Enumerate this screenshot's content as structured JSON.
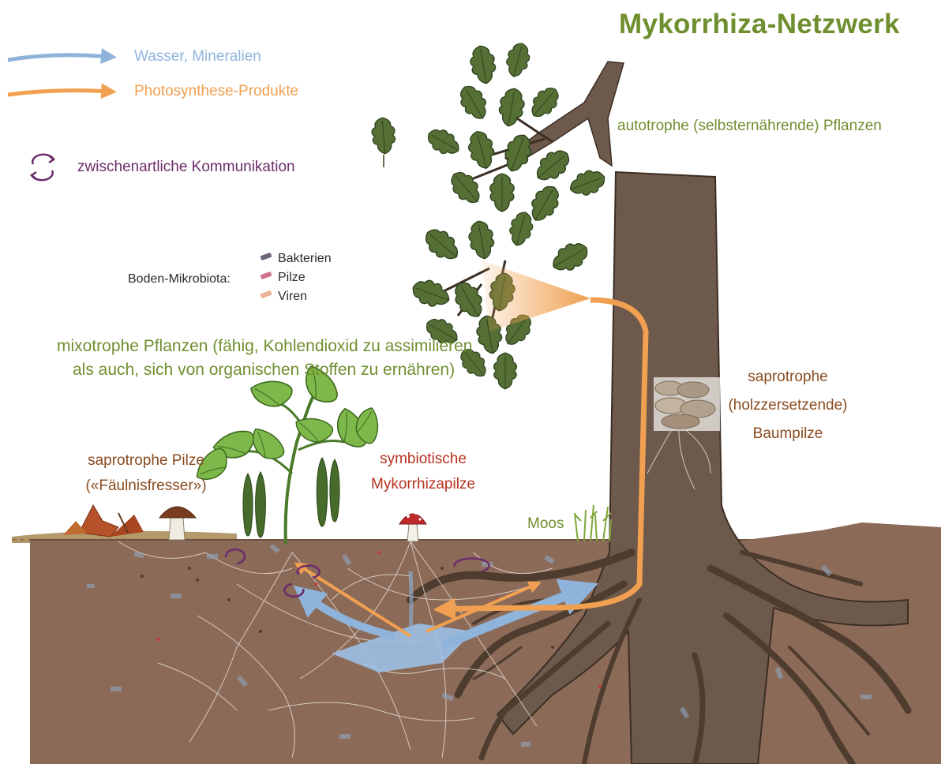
{
  "title": "Mykorrhiza-Netzwerk",
  "legend": {
    "water": "Wasser, Mineralien",
    "photosynthesis": "Photosynthese-Produkte",
    "communication": "zwischenartliche Kommunikation"
  },
  "microbiota": {
    "label": "Boden-Mikrobiota:",
    "items": [
      "Bakterien",
      "Pilze",
      "Viren"
    ]
  },
  "labels": {
    "autotrophe": "autotrophe (selbsternährende) Pflanzen",
    "mixotrophe_line1": "mixotrophe Pflanzen (fähig, Kohlendioxid zu assimilieren",
    "mixotrophe_line2": "als auch, sich von organischen Stoffen zu ernähren)",
    "saprotrophe_baum_line1": "saprotrophe",
    "saprotrophe_baum_line2": "(holzzersetzende)",
    "saprotrophe_baum_line3": "Baumpilze",
    "saprotrophe_pilze_line1": "saprotrophe Pilze",
    "saprotrophe_pilze_line2": "(«Fäulnisfresser»)",
    "symbiotische_line1": "symbiotische",
    "symbiotische_line2": "Mykorrhizapilze",
    "moos": "Moos"
  },
  "colors": {
    "water": "#8fb4dc",
    "photosynthesis": "#f0a050",
    "communication": "#6b2d6b",
    "soil": "#8b6a58",
    "trunk": "#6e5a4c",
    "title": "#6f8f2f",
    "bacteria": "#6f6478",
    "fungi": "#d0708a",
    "viruses": "#e6b394"
  }
}
